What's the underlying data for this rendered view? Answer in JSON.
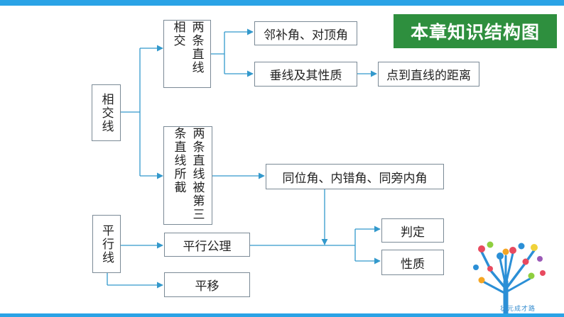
{
  "title_badge": "本章知识结构图",
  "nodes": {
    "intersecting_lines": "相交线",
    "two_lines_intersect": "两条直线相交",
    "two_lines_cut_by_third": "两条直线被第三条直线所截",
    "parallel_lines": "平行线",
    "adjacent_vertical_angles": "邻补角、对顶角",
    "perpendicular": "垂线及其性质",
    "point_line_distance": "点到直线的距离",
    "angle_types": "同位角、内错角、同旁内角",
    "parallel_axiom": "平行公理",
    "judgment": "判定",
    "properties": "性质",
    "translation": "平移"
  },
  "brand": {
    "caption": "状元成才路"
  },
  "colors": {
    "arrow": "#3399cc",
    "badge": "#2e8f3e",
    "bar": "#2aa3e6",
    "trunk": "#2b8fd6"
  }
}
